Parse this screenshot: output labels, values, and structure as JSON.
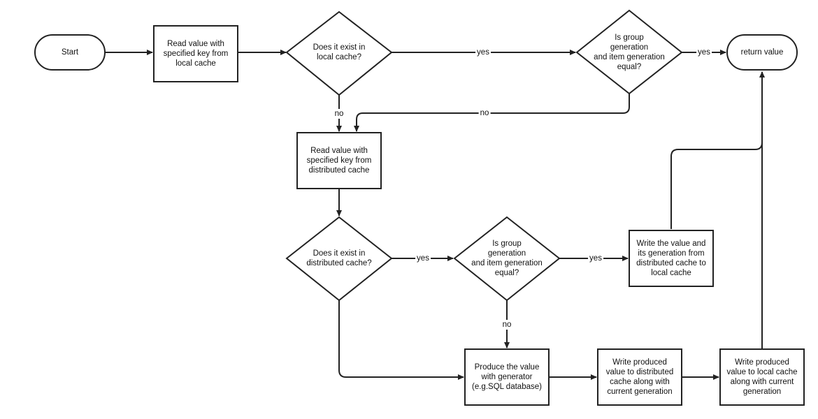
{
  "nodes": {
    "start": "Start",
    "read_local": "Read value with\nspecified key from\nlocal cache",
    "exists_local": "Does it exist in\nlocal cache?",
    "gen_equal_local": "Is group\ngeneration\nand item generation\nequal?",
    "return_value": "return value",
    "read_distributed": "Read value with\nspecified key from\ndistributed cache",
    "exists_distributed": "Does it exist in\ndistributed cache?",
    "gen_equal_distributed": "Is group\ngeneration\nand item generation\nequal?",
    "write_from_distributed": "Write the value and\nits generation from\ndistributed cache to\nlocal cache",
    "produce_value": "Produce the value\nwith generator\n(e.g.SQL database)",
    "write_produced_distributed": "Write produced\nvalue to distributed\ncache along with\ncurrent generation",
    "write_produced_local": "Write produced\nvalue to local cache\nalong with current\ngeneration"
  },
  "edge_labels": {
    "local_exists_yes": "yes",
    "local_gen_yes": "yes",
    "local_exists_no": "no",
    "local_gen_no": "no",
    "dist_exists_yes": "yes",
    "dist_gen_yes": "yes",
    "dist_gen_no": "no"
  }
}
